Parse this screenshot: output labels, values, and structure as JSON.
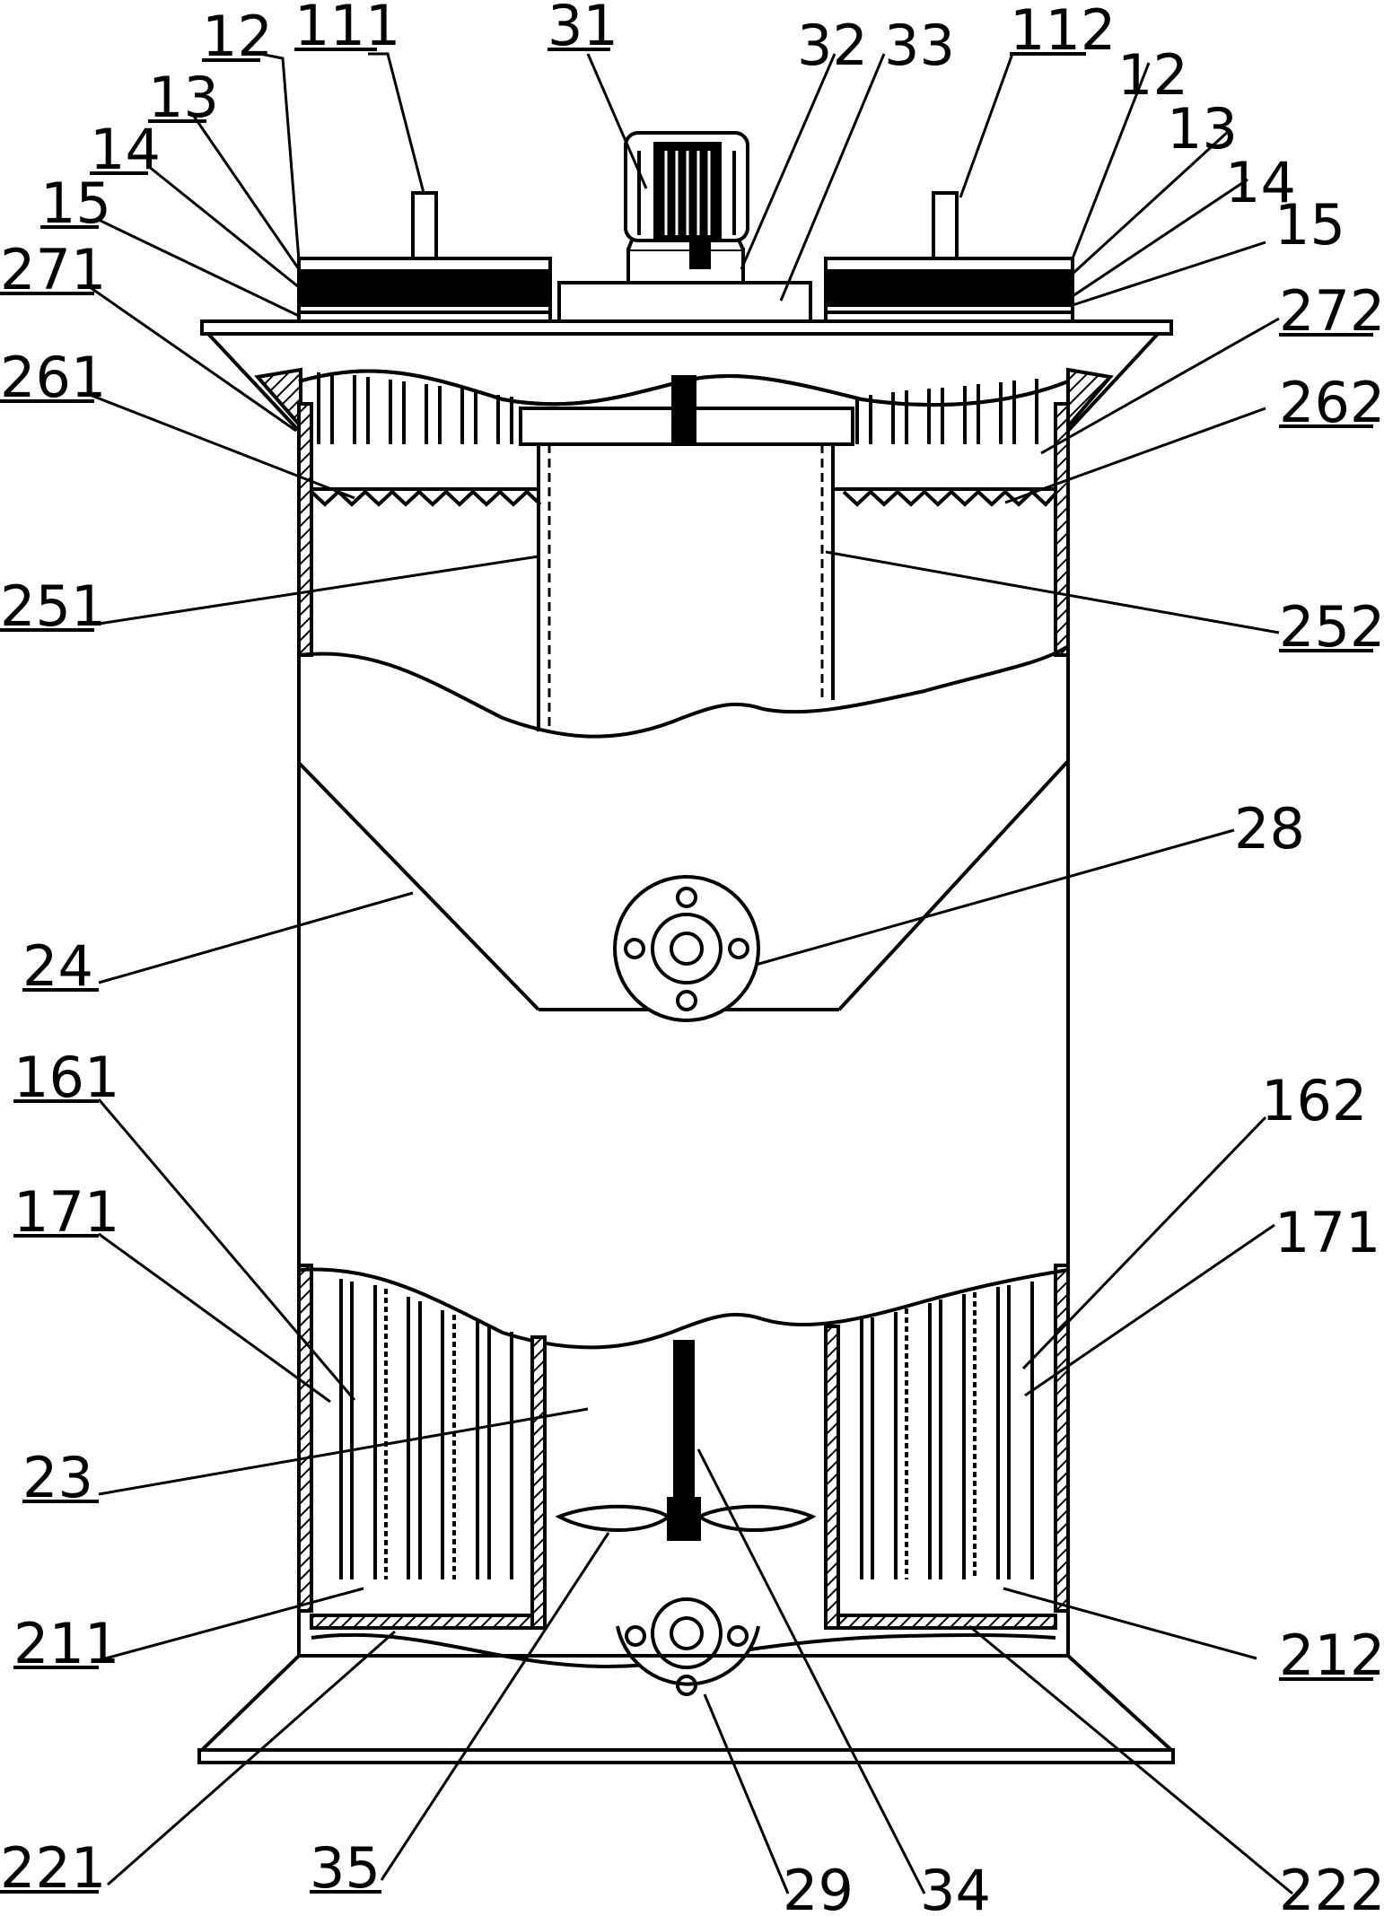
{
  "figure": {
    "stroke_color": "#000000",
    "background": "#ffffff"
  },
  "labels": {
    "l12_left": "12",
    "l111": "111",
    "l13_left": "13",
    "l14_left": "14",
    "l15_left": "15",
    "l271": "271",
    "l261": "261",
    "l251": "251",
    "l24": "24",
    "l161": "161",
    "l171_left": "171",
    "l23": "23",
    "l211": "211",
    "l221": "221",
    "l35": "35",
    "l29": "29",
    "l34": "34",
    "l222": "222",
    "l212": "212",
    "l171_right": "171",
    "l162": "162",
    "l28": "28",
    "l252": "252",
    "l262": "262",
    "l272": "272",
    "l15_right": "15",
    "l14_right": "14",
    "l13_right": "13",
    "l12_right": "12",
    "l112": "112",
    "l31": "31",
    "l32": "32",
    "l33": "33"
  }
}
